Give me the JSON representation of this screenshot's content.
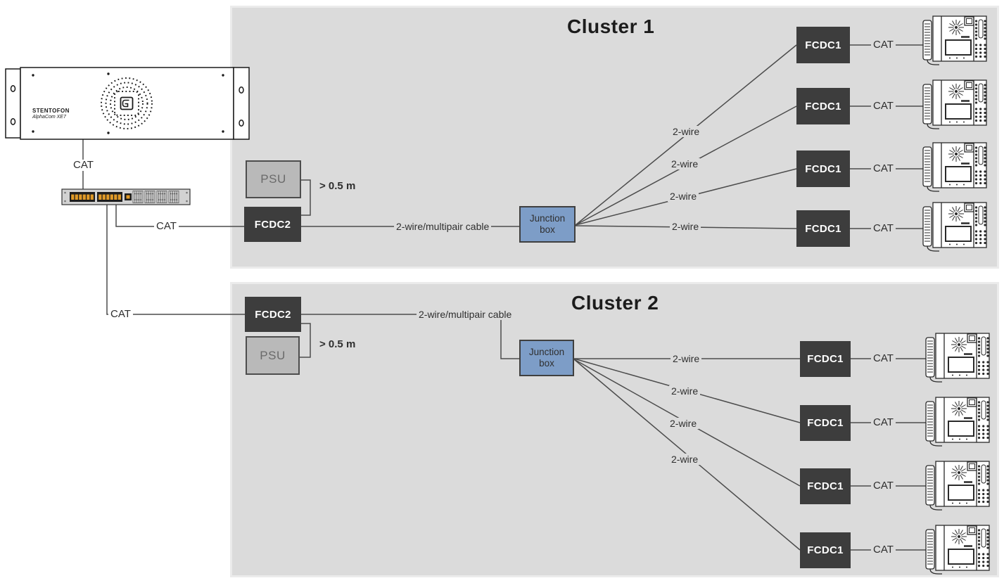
{
  "clusters": {
    "cluster1_title": "Cluster 1",
    "cluster2_title": "Cluster 2"
  },
  "devices": {
    "server_brand": "STENTOFON",
    "server_model": "AlphaCom XE7",
    "fcdc2": "FCDC2",
    "fcdc1": "FCDC1",
    "psu": "PSU",
    "junction_line1": "Junction",
    "junction_line2": "box"
  },
  "labels": {
    "cat": "CAT",
    "two_wire": "2-wire",
    "multipair": "2-wire/multipair cable",
    "min_distance": "> 0.5 m"
  },
  "colors": {
    "panel_bg": "#dbdbdb",
    "panel_border": "#ebebeb",
    "dark_box": "#3d3d3d",
    "psu_box": "#b9b9b9",
    "junction_box": "#7d9dc7",
    "line": "#4c4c4c",
    "port_orange": "#e09a28"
  }
}
